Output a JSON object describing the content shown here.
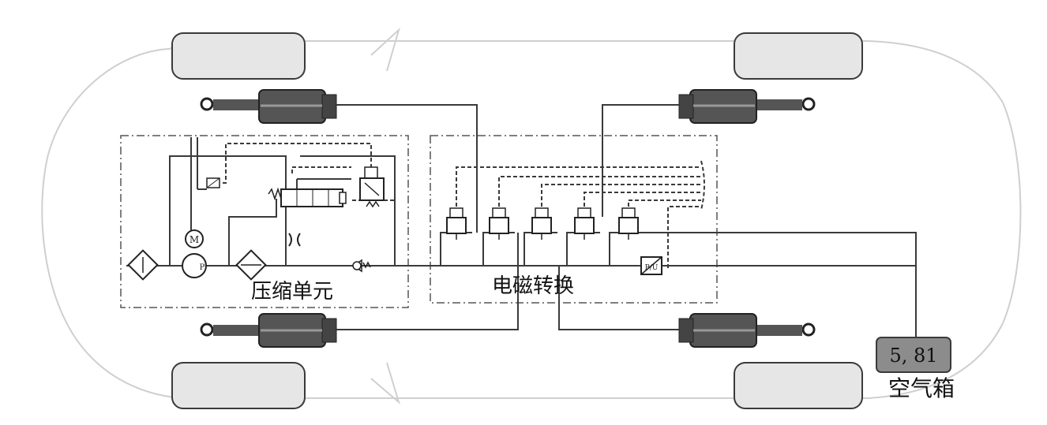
{
  "labels": {
    "compressor_unit": "压缩单元",
    "solenoid_switching": "电磁转换",
    "air_tank_value": "5, 81",
    "air_tank": "空气箱"
  },
  "symbols": {
    "motor": "M",
    "pump": "P",
    "pressure_sensor": "P/U"
  },
  "colors": {
    "line": "#3a3a3a",
    "wheel_fill": "#e6e6e6",
    "strut_dark": "#5a5a5a",
    "tank_fill": "#8c8c8c",
    "body_outline": "#c8c8c8"
  }
}
